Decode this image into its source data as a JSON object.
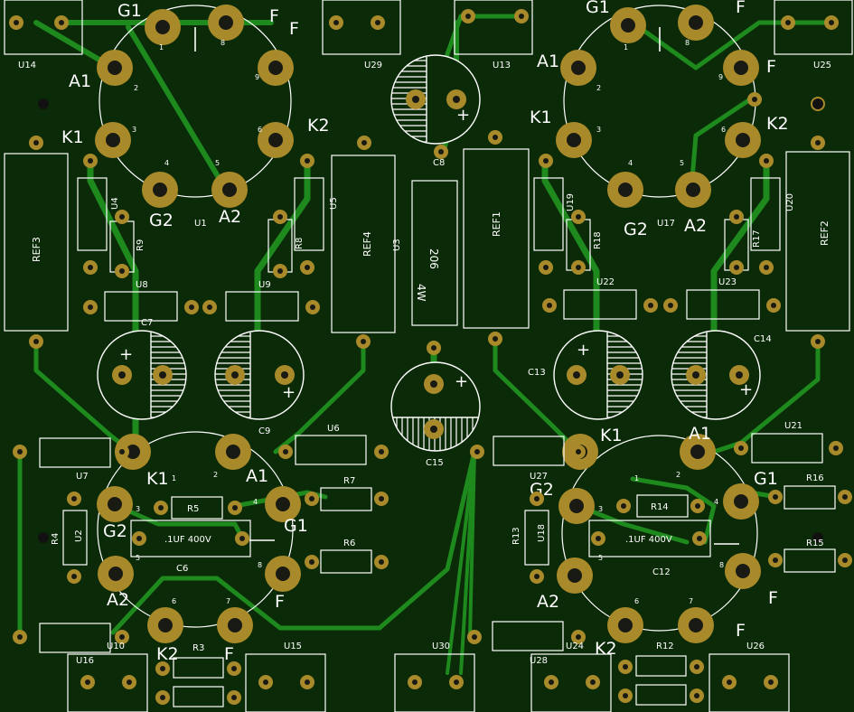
{
  "colors": {
    "board": "#0b2a08",
    "trace": "#1e8a1e",
    "pad": "#a98a2a",
    "silk": "#ffffff"
  },
  "tubes": [
    {
      "ref": "U1",
      "pins": {
        "g1": "G1",
        "f1": "F",
        "f2": "F",
        "a1": "A1",
        "k1": "K1",
        "k2": "K2",
        "g2": "G2",
        "a2": "A2"
      },
      "nums": [
        "1",
        "2",
        "3",
        "4",
        "5",
        "6",
        "8",
        "9"
      ]
    },
    {
      "ref": "U17",
      "pins": {
        "g1": "G1",
        "f1": "F",
        "f2": "F",
        "a1": "A1",
        "k1": "K1",
        "k2": "K2",
        "g2": "G2",
        "a2": "A2"
      },
      "nums": [
        "1",
        "2",
        "3",
        "4",
        "5",
        "6",
        "8",
        "9"
      ]
    },
    {
      "ref": "",
      "pins": {
        "k1": "K1",
        "a1": "A1",
        "g2": "G2",
        "g1": "G1",
        "a2": "A2",
        "k2": "K2",
        "f1": "F",
        "f2": "F"
      },
      "nums": [
        "1",
        "2",
        "3",
        "4",
        "5",
        "6",
        "7",
        "8"
      ]
    },
    {
      "ref": "",
      "pins": {
        "k1": "K1",
        "a1": "A1",
        "g2": "G2",
        "g1": "G1",
        "a2": "A2",
        "k2": "K2",
        "f1": "F",
        "f2": "F"
      },
      "nums": [
        "1",
        "2",
        "3",
        "4",
        "5",
        "6",
        "7",
        "8"
      ]
    }
  ],
  "refs": {
    "ref3": "REF3",
    "ref4": "REF4",
    "ref1": "REF1",
    "ref2": "REF2",
    "r206": "206",
    "r4w": "4W",
    "cap_left": ".1UF 400V",
    "cap_right": ".1UF 400V"
  },
  "labels": {
    "u14": "U14",
    "u29": "U29",
    "u13": "U13",
    "u25": "U25",
    "u4": "U4",
    "r9": "R9",
    "u5": "U5",
    "r8": "R8",
    "u3": "U3",
    "u19": "U19",
    "r18": "R18",
    "u20": "U20",
    "r17": "R17",
    "u8": "U8",
    "u9": "U9",
    "u22": "U22",
    "u23": "U23",
    "c7": "C7",
    "c9": "C9",
    "c8": "C8",
    "c15": "C15",
    "c13": "C13",
    "c14": "C14",
    "u7": "U7",
    "u6": "U6",
    "u27": "U27",
    "u21": "U21",
    "r5": "R5",
    "r7": "R7",
    "r6": "R6",
    "r4": "R4",
    "u2": "U2",
    "c6": "C6",
    "r14": "R14",
    "r16": "R16",
    "r15": "R15",
    "r13": "R13",
    "u18": "U18",
    "c12": "C12",
    "u10": "U10",
    "u16": "U16",
    "r3": "R3",
    "u15": "U15",
    "u30": "U30",
    "u24": "U24",
    "u28": "U28",
    "r12": "R12",
    "u26": "U26",
    "plus": "+"
  }
}
